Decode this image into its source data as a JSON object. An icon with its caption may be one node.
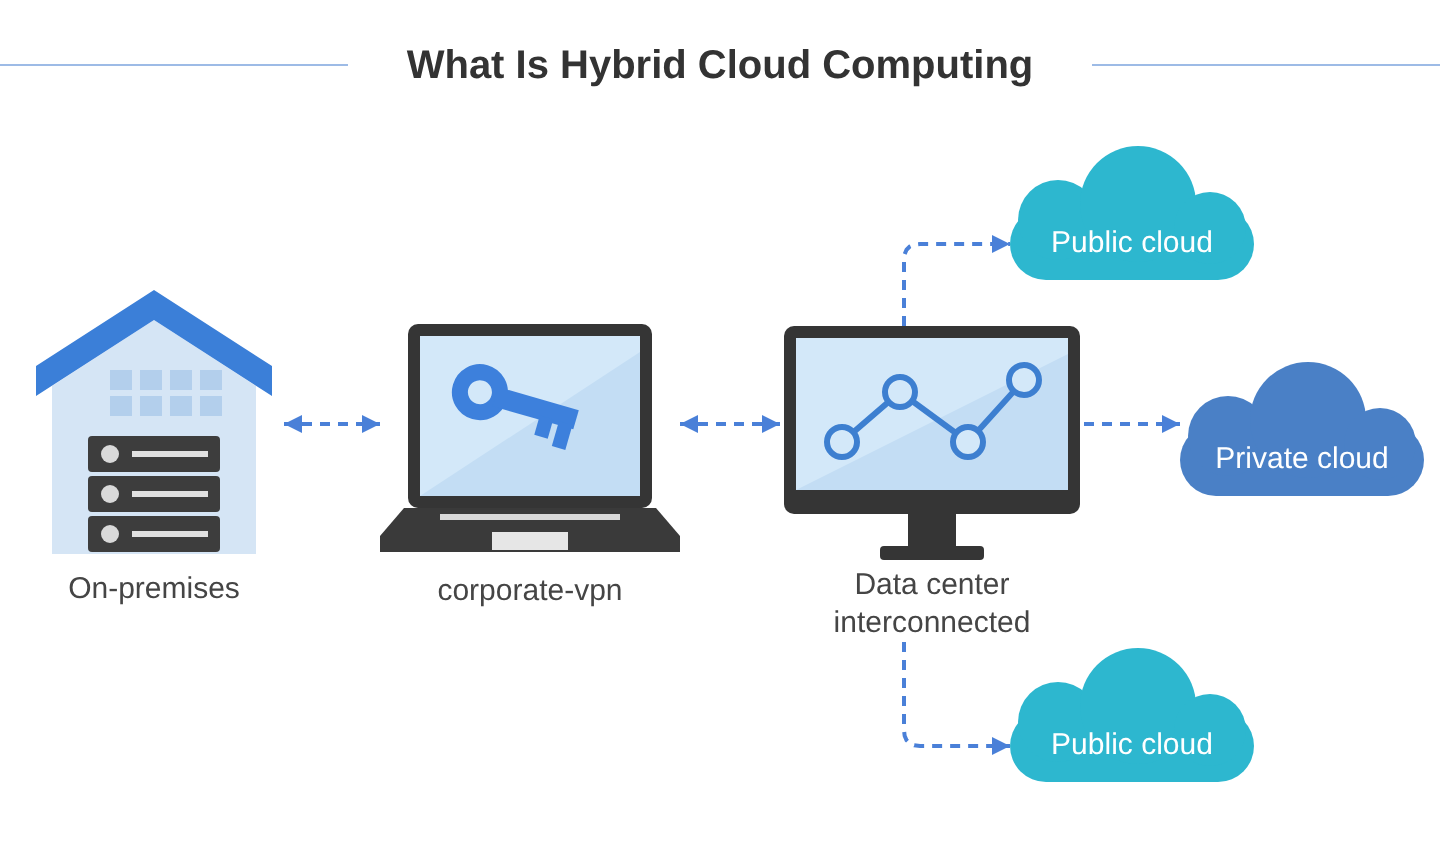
{
  "diagram": {
    "title": "What Is Hybrid Cloud Computing",
    "nodes": [
      {
        "text": [
          "On-premises"
        ]
      },
      {
        "text": [
          "corporate-vpn"
        ]
      },
      {
        "text": [
          "Data center interconnected"
        ]
      },
      {
        "text": [
          "Public cloud"
        ]
      },
      {
        "text": [
          "Private cloud"
        ]
      },
      {
        "text": [
          "Public cloud"
        ]
      }
    ],
    "edges": [
      {
        "from": 0,
        "to": 1,
        "arrow": "both",
        "style": "dashed"
      },
      {
        "from": 1,
        "to": 2,
        "arrow": "both",
        "style": "dashed"
      },
      {
        "from": 2,
        "to": 3,
        "arrow": "to",
        "style": "dashed"
      },
      {
        "from": 2,
        "to": 4,
        "arrow": "to",
        "style": "dashed"
      },
      {
        "from": 2,
        "to": 5,
        "arrow": "to",
        "style": "dashed"
      }
    ]
  }
}
